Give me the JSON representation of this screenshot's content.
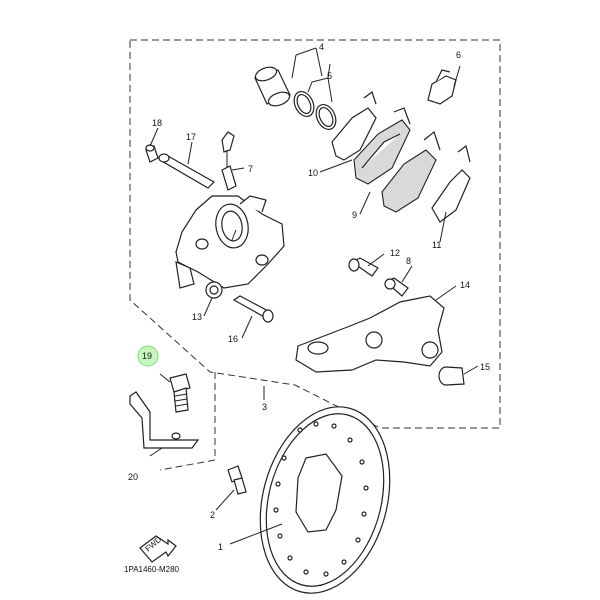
{
  "callouts": {
    "c1": "1",
    "c2": "2",
    "c3": "3",
    "c4": "4",
    "c5": "5",
    "c6": "6",
    "c7": "7",
    "c8": "8",
    "c9": "9",
    "c10": "10",
    "c11": "11",
    "c12": "12",
    "c13": "13",
    "c14": "14",
    "c15": "15",
    "c16": "16",
    "c17": "17",
    "c18": "18",
    "c19": "19",
    "c20": "20"
  },
  "highlighted_callout": "19",
  "highlight_color": "#c9f5c3",
  "fwd_label": "FWD",
  "diagram_code": "1PA1460-M280"
}
